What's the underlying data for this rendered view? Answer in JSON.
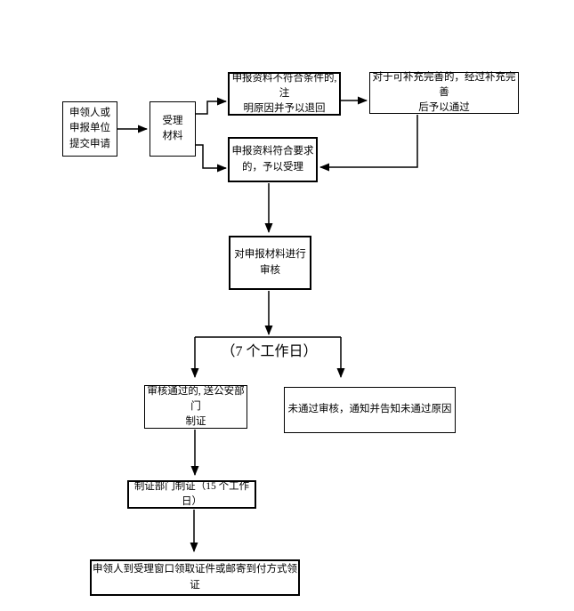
{
  "flowchart": {
    "colors": {
      "background": "#ffffff",
      "line": "#000000",
      "box_border": "#000000",
      "text": "#000000"
    },
    "nodes": {
      "apply": {
        "text": "申领人或\n申报单位\n提交申请"
      },
      "accept": {
        "text": "受理\n材料"
      },
      "reject": {
        "text": "申报资料不符合条件的,注\n明原因并予以退回"
      },
      "supplement": {
        "text": "对于可补充完善的，经过补充完善\n后予以通过"
      },
      "qualified": {
        "text": "申报资料符合要求\n的，予以受理"
      },
      "review": {
        "text": "对申报材料进行\n审核"
      },
      "approved": {
        "text": "审核通过的, 送公安部门\n制证"
      },
      "not_approved": {
        "text": "未通过审核，通知并告知未通过原因"
      },
      "produce": {
        "text": "制证部门制证（15 个工作日）"
      },
      "pickup": {
        "text": "申领人到受理窗口领取证件或邮寄到付方式领证"
      }
    },
    "labels": {
      "review_duration": {
        "text": "（7 个工作日）"
      }
    }
  }
}
